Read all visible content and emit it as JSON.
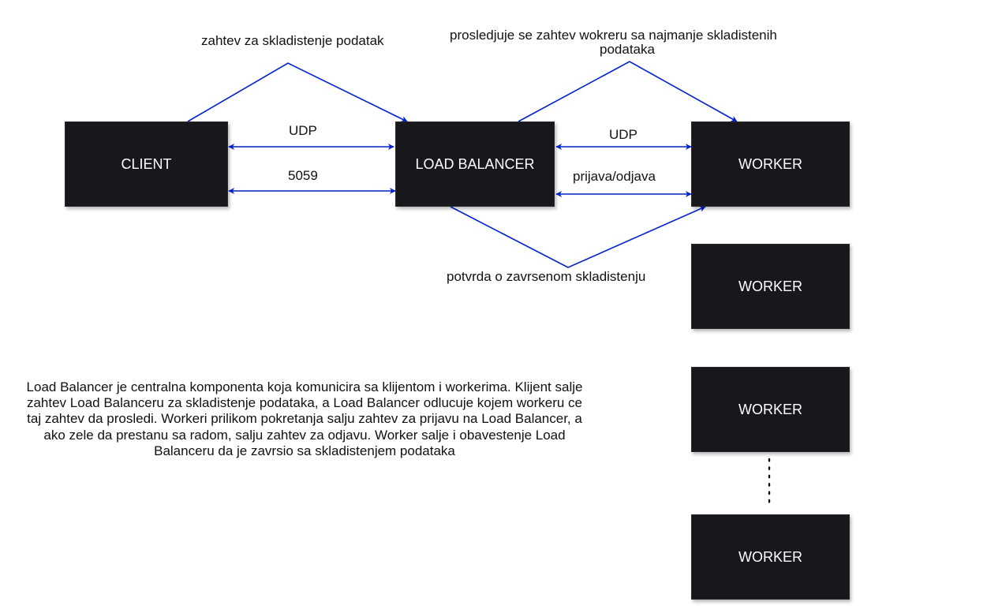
{
  "nodes": {
    "client": "CLIENT",
    "load_balancer": "LOAD BALANCER",
    "worker_1": "WORKER",
    "worker_2": "WORKER",
    "worker_3": "WORKER",
    "worker_4": "WORKER"
  },
  "edge_labels": {
    "client_lb_request": "zahtev za skladistenje podatak",
    "client_lb_udp": "UDP",
    "client_lb_port": "5059",
    "lb_worker_forward_line1": "prosledjuje se zahtev wokreru sa najmanje skladistenih",
    "lb_worker_forward_line2": "podataka",
    "lb_worker_udp": "UDP",
    "lb_worker_register": "prijava/odjava",
    "worker_lb_confirm": "potvrda o zavrsenom skladistenju"
  },
  "description": "Load Balancer je centralna komponenta koja komunicira sa klijentom i workerima. Klijent salje zahtev Load Balanceru za skladistenje podataka, a Load Balancer odlucuje kojem workeru ce taj zahtev da prosledi. Workeri prilikom pokretanja salju zahtev za prijavu na Load Balancer, a ako zele da prestanu sa radom, salju zahtev za odjavu. Worker salje i obavestenje Load Balanceru da je zavrsio sa skladistenjem podataka",
  "colors": {
    "node_fill": "#18171c",
    "node_text": "#ffffff",
    "edge": "#0022cc",
    "text": "#111111"
  }
}
